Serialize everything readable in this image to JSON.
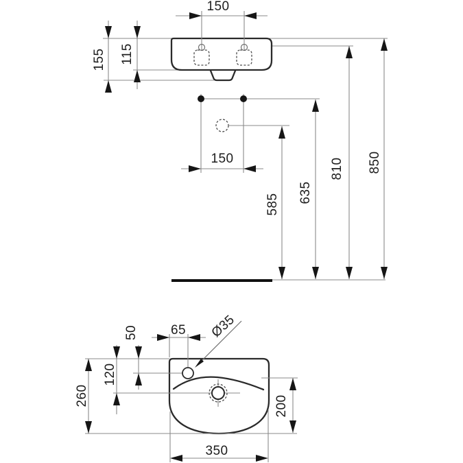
{
  "drawing_type": "washbasin installation technical drawing",
  "front_view": {
    "dim_tap_hole_spacing": "150",
    "dim_overall_depth": "155",
    "dim_body_depth": "115",
    "dim_fixing_spacing": "150",
    "dim_supply_height": "585",
    "dim_fixing_height": "635",
    "dim_front_edge_height": "810",
    "dim_rim_height": "850"
  },
  "top_view": {
    "dim_tap_from_left": "65",
    "dim_tap_from_back": "50",
    "dim_tap_hole_diameter": "Ø35",
    "dim_drain_from_back": "120",
    "dim_overall_depth": "260",
    "dim_bowl_depth": "200",
    "dim_overall_width": "350"
  },
  "colors": {
    "background": "#ffffff",
    "outline": "#2a2a2a",
    "dimension_line": "#8a8a8a",
    "arrow": "#161616",
    "text": "#1d1d1d"
  }
}
